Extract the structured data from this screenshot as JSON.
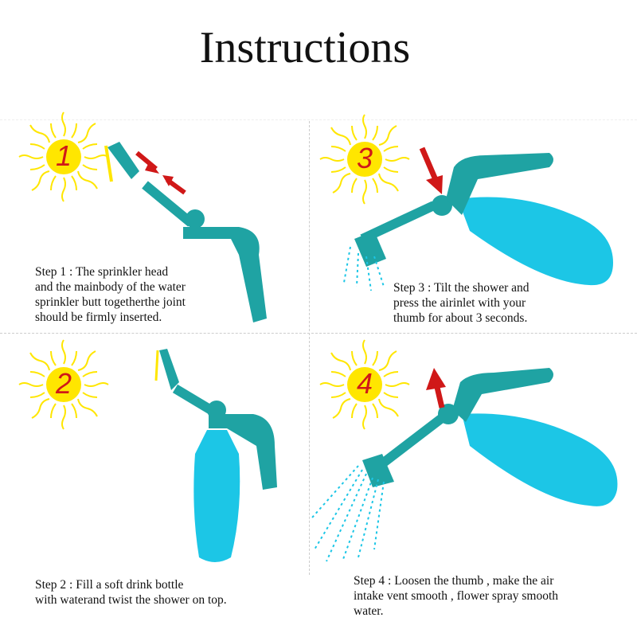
{
  "title": "Instructions",
  "steps": [
    {
      "number": "1",
      "lines": [
        "Step 1 : The sprinkler head",
        "and the mainbody of the water",
        "sprinkler butt togetherthe joint",
        "should be firmly inserted."
      ]
    },
    {
      "number": "2",
      "lines": [
        "Step 2 : Fill a soft drink bottle",
        "with waterand twist the shower on top."
      ]
    },
    {
      "number": "3",
      "lines": [
        "Step 3 : Tilt the shower and",
        "press the airinlet with your",
        "thumb for about 3 seconds."
      ]
    },
    {
      "number": "4",
      "lines": [
        "Step 4 : Loosen the thumb , make the air",
        "intake vent smooth , flower spray smooth",
        "water."
      ]
    }
  ],
  "colors": {
    "teal": "#1fa3a3",
    "teal_dark": "#0d7f7f",
    "water": "#1cc6e6",
    "arrow": "#d01818",
    "sun": "#ffe600",
    "number": "#d01818"
  }
}
